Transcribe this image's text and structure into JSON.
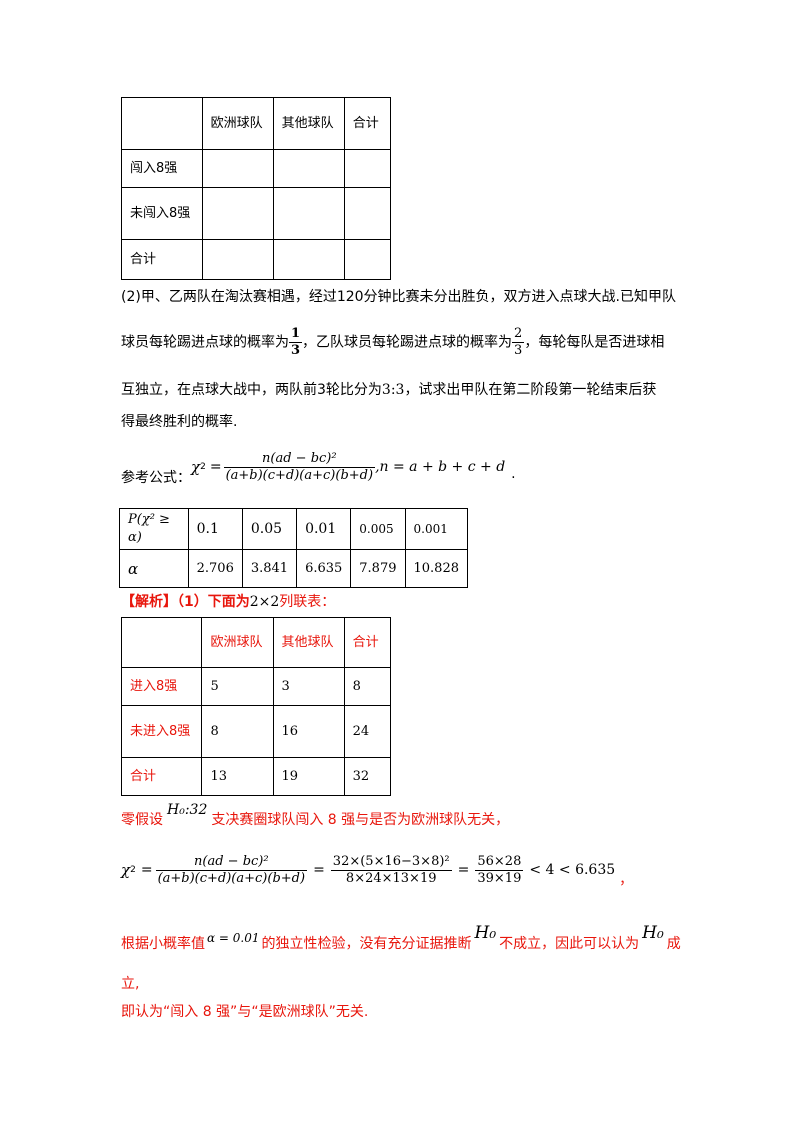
{
  "table1": {
    "header": [
      "",
      "欧洲球队",
      "其他球队",
      "合计"
    ],
    "rows": [
      [
        "闯入8强",
        "",
        "",
        ""
      ],
      [
        "未闯入8强",
        "",
        "",
        ""
      ],
      [
        "合计",
        "",
        "",
        ""
      ]
    ]
  },
  "problem2": {
    "line1": "(2)甲、乙两队在淘汰赛相遇，经过120分钟比赛未分出胜负，双方进入点球大战.已知甲队",
    "line2a": "球员每轮踢进点球的概率为",
    "frac1_num": "1",
    "frac1_den": "3",
    "line2b": "，乙队球员每轮踢进点球的概率为",
    "frac2_num": "2",
    "frac2_den": "3",
    "line2c": "，每轮每队是否进球相",
    "line3a": "互独立，在点球大战中，两队前3轮比分为",
    "score": "3:3",
    "line3b": "，试求出甲队在第二阶段第一轮结束后获",
    "line4": "得最终胜利的概率."
  },
  "formula": {
    "label": "参考公式：",
    "chi": "χ",
    "numerator": "n(ad − bc)²",
    "denominator": "(a+b)(c+d)(a+c)(b+d)",
    "n_def": ",n = a + b + c + d",
    "end": "."
  },
  "table2": {
    "row1_label": "P(χ² ≥ α)",
    "row1": [
      "0.1",
      "0.05",
      "0.01",
      "0.005",
      "0.001"
    ],
    "row2_label": "α",
    "row2": [
      "2.706",
      "3.841",
      "6.635",
      "7.879",
      "10.828"
    ]
  },
  "solution": {
    "heading": "【解析】（1）下面为",
    "heading_math": "2×2",
    "heading_end": "列联表：",
    "table": {
      "header": [
        "",
        "欧洲球队",
        "其他球队",
        "合计"
      ],
      "rows": [
        [
          "进入8强",
          "5",
          "3",
          "8"
        ],
        [
          "未进入8强",
          "8",
          "16",
          "24"
        ],
        [
          "合计",
          "13",
          "19",
          "32"
        ]
      ]
    },
    "hyp_a": "零假设",
    "hyp_math": "H₀:32",
    "hyp_b": "支决赛圈球队闯入 8 强与是否为欧洲球队无关，",
    "calc_num1": "n(ad − bc)²",
    "calc_den1": "(a+b)(c+d)(a+c)(b+d)",
    "calc_num2": "32×(5×16−3×8)²",
    "calc_den2": "8×24×13×19",
    "calc_num3": "56×28",
    "calc_den3": "39×19",
    "calc_tail": "< 4 < 6.635",
    "calc_comma": "，",
    "concl_a": "根据小概率值",
    "alpha_val": "α = 0.01",
    "concl_b": "的独立性检验，没有充分证据推断",
    "h0": "H₀",
    "concl_c": "不成立，因此可以认为",
    "concl_d": "成",
    "concl_e": "立,",
    "final": "即认为“闯入 8 强”与“是欧洲球队”无关."
  }
}
